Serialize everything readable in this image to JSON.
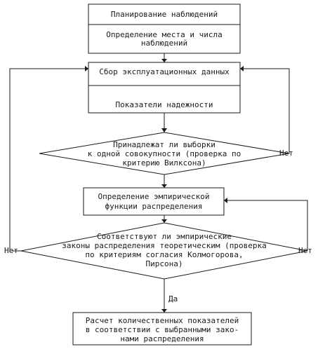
{
  "flowchart": {
    "plan_label": "Планирование наблюдений",
    "place_label": [
      "Определение места и числа",
      "наблюдений"
    ],
    "collect_label": "Сбор эксплуатационных данных",
    "indicators_label": "Показатели надежности",
    "sample_check_label": [
      "Принадлежат ли выборки",
      "к одной совокупности (проверка по",
      "критерию Вилксона)"
    ],
    "empirical_label": [
      "Определение эмпирической",
      "функции распределения"
    ],
    "laws_check_label": [
      "Соответствуют ли эмпирические",
      "законы распределения теоретическим (проверка",
      "по критериям согласия Колмогорова,",
      "Пирсона)"
    ],
    "calc_label": [
      "Расчет количественных показателей",
      "в соответствии с выбранными зако-",
      "нами распределения"
    ],
    "no_right_1": "Нет",
    "no_right_2": "Нет",
    "no_left": "Нет",
    "yes_label": "Да"
  }
}
